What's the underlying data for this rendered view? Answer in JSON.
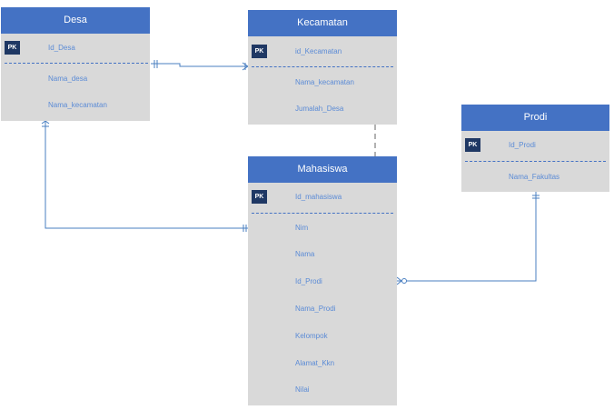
{
  "colors": {
    "header": "#4472c4",
    "body": "#d9d9d9",
    "pk_badge": "#1f3864",
    "attr_text": "#5b8bd6",
    "line": "#4a7fc1"
  },
  "pk_label": "PK",
  "entities": {
    "desa": {
      "title": "Desa",
      "pk": "Id_Desa",
      "attrs": [
        "Nama_desa",
        "Nama_kecamatan"
      ]
    },
    "kecamatan": {
      "title": "Kecamatan",
      "pk": "id_Kecamatan",
      "attrs": [
        "Nama_kecamatan",
        "Jumalah_Desa"
      ]
    },
    "prodi": {
      "title": "Prodi",
      "pk": "Id_Prodi",
      "attrs": [
        "Nama_Fakultas"
      ]
    },
    "mahasiswa": {
      "title": "Mahasiswa",
      "pk": "Id_mahasiswa",
      "attrs": [
        "Nim",
        "Nama",
        "Id_Prodi",
        "Nama_Prodi",
        "Kelompok",
        "Alamat_Kkn",
        "Nilai"
      ]
    }
  }
}
